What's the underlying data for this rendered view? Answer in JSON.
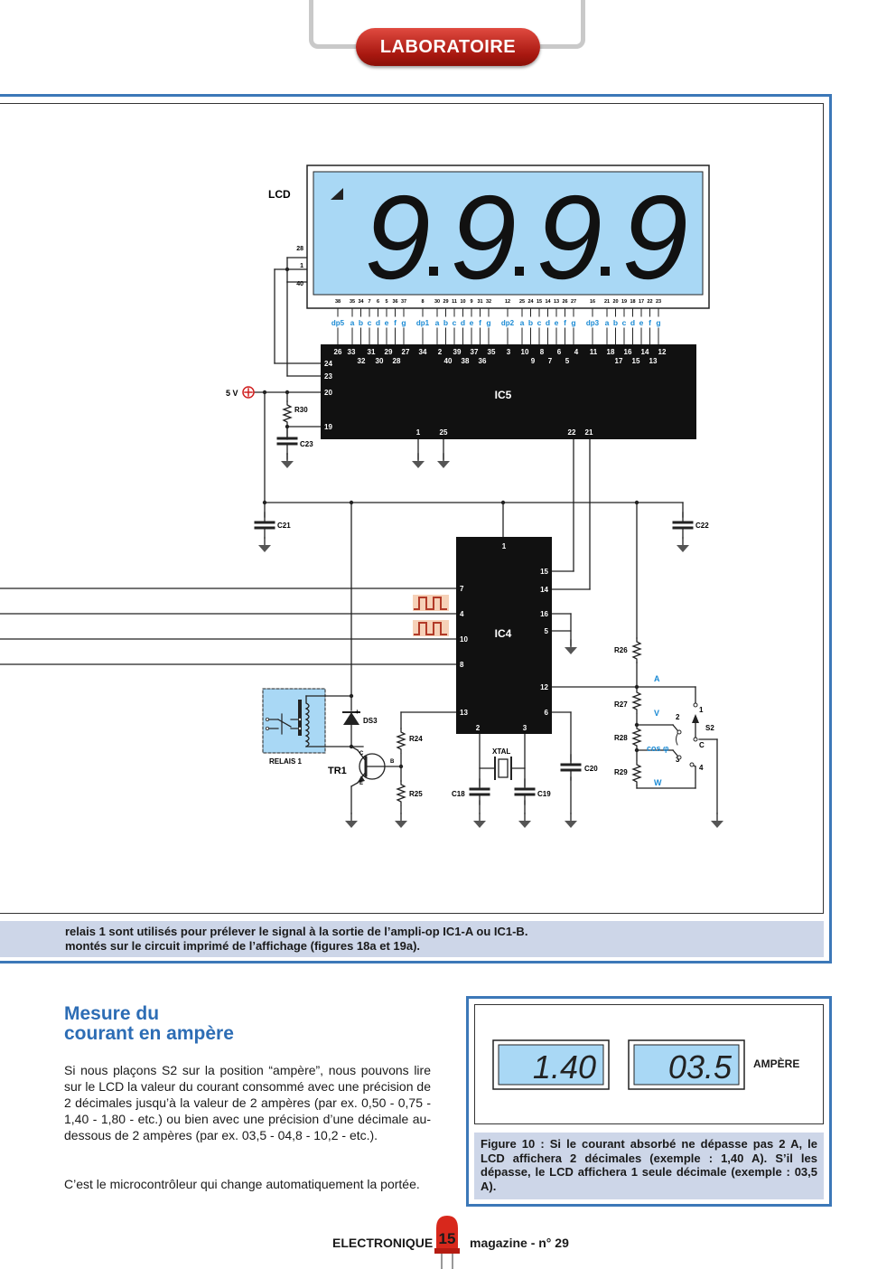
{
  "header": {
    "section_label": "LABORATOIRE"
  },
  "figure9": {
    "caption_line1": "relais 1 sont utilisés pour prélever le signal à la sortie de l’ampli-op IC1-A ou IC1-B.",
    "caption_line2": " montés sur le circuit imprimé de l’affichage (figures 18a et 19a).",
    "lcd_label": "LCD",
    "lcd_digits": [
      "9",
      "9",
      "9",
      "9"
    ],
    "lcd_pins": [
      "38",
      "35",
      "34",
      "7",
      "6",
      "5",
      "36",
      "37",
      "8",
      "30",
      "29",
      "11",
      "10",
      "9",
      "31",
      "32",
      "12",
      "25",
      "24",
      "15",
      "14",
      "13",
      "26",
      "27",
      "16",
      "21",
      "20",
      "19",
      "18",
      "17",
      "22",
      "23"
    ],
    "segment_labels": [
      "dp5",
      "a",
      "b",
      "c",
      "d",
      "e",
      "f",
      "g",
      "dp1",
      "a",
      "b",
      "c",
      "d",
      "e",
      "f",
      "g",
      "dp2",
      "a",
      "b",
      "c",
      "d",
      "e",
      "f",
      "g",
      "dp3",
      "a",
      "b",
      "c",
      "d",
      "e",
      "f",
      "g"
    ],
    "ic5_label": "IC5",
    "ic5_pins_top_row1": [
      "26",
      "33",
      "31",
      "29",
      "27",
      "34",
      "2",
      "39",
      "37",
      "35",
      "3",
      "10",
      "8",
      "6",
      "4",
      "11",
      "18",
      "16",
      "14",
      "12"
    ],
    "ic5_pins_top_row2": [
      "32",
      "30",
      "28",
      "40",
      "38",
      "36",
      "9",
      "7",
      "5",
      "17",
      "15",
      "13"
    ],
    "ic5_pins_left": [
      "24",
      "23",
      "20",
      "19"
    ],
    "ic5_pins_bottom": [
      "1",
      "25",
      "22",
      "21"
    ],
    "lcd_side_pins": [
      "28",
      "1",
      "40"
    ],
    "supply_label": "5 V",
    "ic4_label": "IC4",
    "ic4_pins_left": [
      "7",
      "4",
      "10",
      "8",
      "13"
    ],
    "ic4_pins_right": [
      "15",
      "14",
      "16",
      "5",
      "12",
      "6"
    ],
    "ic4_pins_top": [
      "1"
    ],
    "ic4_pins_bottom": [
      "2",
      "3"
    ],
    "components": {
      "r30": "R30",
      "c23": "C23",
      "c21": "C21",
      "c22": "C22",
      "r26": "R26",
      "r27": "R27",
      "r28": "R28",
      "r29": "R29",
      "r24": "R24",
      "r25": "R25",
      "c18": "C18",
      "c19": "C19",
      "c20": "C20",
      "xtal": "XTAL",
      "ds3": "DS3",
      "tr1": "TR1",
      "relay": "RELAIS 1",
      "s2": "S2"
    },
    "switch_labels": {
      "a": "A",
      "v": "V",
      "cos": "cos φ",
      "w": "W",
      "c": "C",
      "p1": "1",
      "p2": "2",
      "p3": "3",
      "p4": "4"
    },
    "transistor_pins": {
      "c": "C",
      "b": "B",
      "e": "E"
    },
    "diode_plus": "+"
  },
  "article": {
    "title_line1": "Mesure du",
    "title_line2": "courant en ampère",
    "paragraph1": "Si nous plaçons S2 sur la position “ampère”, nous pouvons lire sur le LCD la valeur du courant consommé avec une précision de 2 décimales jusqu’à la valeur de 2 ampères (par ex. 0,50 - 0,75 - 1,40 - 1,80 - etc.) ou bien avec une précision d’une décimale au-dessous de 2 ampères (par ex. 03,5 - 04,8 - 10,2 - etc.).",
    "paragraph2": "C’est le microcontrôleur qui change automatiquement la portée."
  },
  "figure10": {
    "display1": "1.40",
    "display2": "03.5",
    "unit_label": "AMPÈRE",
    "caption": "Figure 10 : Si le courant absorbé ne dépasse pas 2 A, le LCD affichera 2 décimales (exemple : 1,40 A). S’il les dépasse, le LCD affichera 1 seule décimale (exemple : 03,5 A)."
  },
  "footer": {
    "magazine_name": "ELECTRONIQUE",
    "page_number": "15",
    "issue": "magazine - n° 29"
  },
  "colors": {
    "lcd_background": "#a9d8f5",
    "accent_blue": "#2d6db5",
    "frame_blue": "#3c78b8",
    "caption_background": "#cdd6e8",
    "tab_red": "#b8261c",
    "segment_label_blue": "#1a8ad4"
  }
}
